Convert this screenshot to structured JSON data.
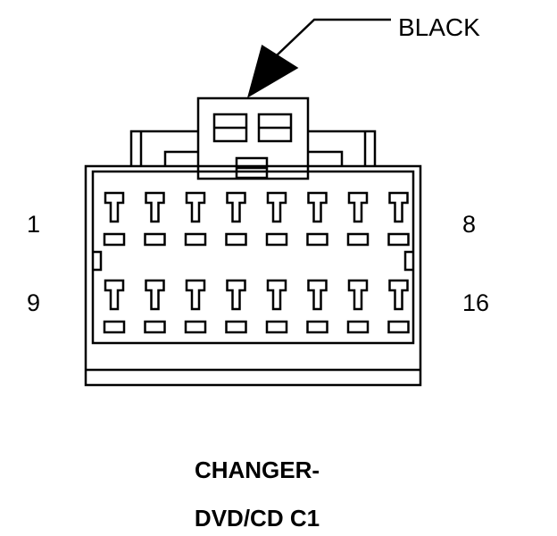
{
  "connector": {
    "color_label": "BLACK",
    "title_line1": "CHANGER-",
    "title_line2": "DVD/CD C1",
    "pin_labels": {
      "row1_first": "1",
      "row1_last": "8",
      "row2_first": "9",
      "row2_last": "16"
    },
    "pins_per_row": 8,
    "rows": 2
  },
  "colors": {
    "line": "#000000",
    "background": "#ffffff"
  }
}
